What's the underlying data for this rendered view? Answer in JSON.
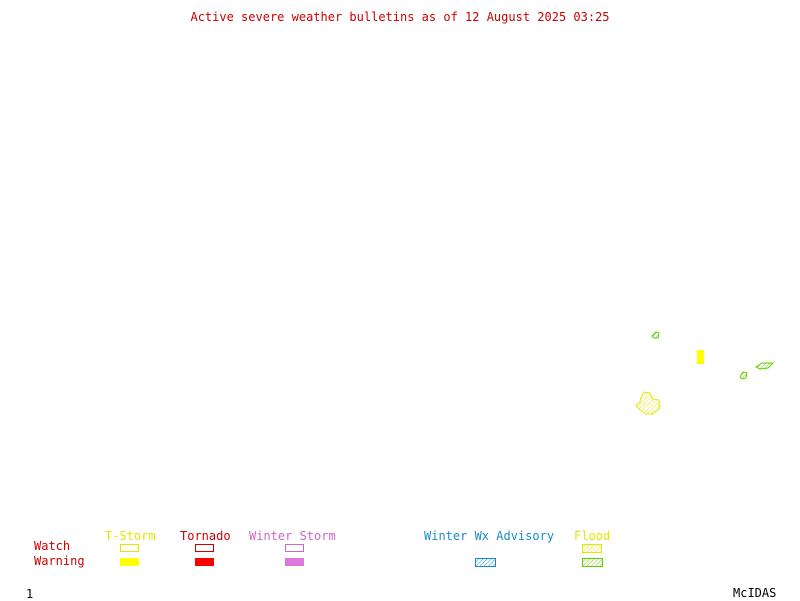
{
  "title": "Active severe weather bulletins as of 12 August 2025 03:25",
  "legend": {
    "rows": {
      "watch": "Watch",
      "warning": "Warning"
    },
    "categories": [
      {
        "key": "tstorm",
        "label": "T-Storm",
        "color": "#ffff00",
        "watch_fill": "none",
        "warning_fill": "solid"
      },
      {
        "key": "tornado",
        "label": "Tornado",
        "color": "#ff0000",
        "watch_fill": "none",
        "warning_fill": "solid"
      },
      {
        "key": "winter_storm",
        "label": "Winter Storm",
        "color": "#dd77dd",
        "watch_fill": "none",
        "warning_fill": "solid"
      },
      {
        "key": "winter_wx_advisory",
        "label": "Winter Wx Advisory",
        "color": "#1a8ccc",
        "watch_fill": null,
        "warning_fill": "hatched"
      },
      {
        "key": "flood",
        "label": "Flood",
        "color_watch": "#e6e600",
        "color_warning": "#66cc00",
        "label_color": "#e6e600",
        "watch_fill": "hatched",
        "warning_fill": "hatched"
      }
    ]
  },
  "alerts": [
    {
      "type": "flood",
      "color": "#66cc00",
      "fill": "hatched"
    },
    {
      "type": "tstorm_warning",
      "color": "#ffff00",
      "fill": "solid"
    },
    {
      "type": "flood",
      "color": "#66cc00",
      "fill": "hatched"
    },
    {
      "type": "flood",
      "color": "#66cc00",
      "fill": "hatched"
    },
    {
      "type": "flood_watch",
      "color": "#e6e600",
      "fill": "hatched"
    }
  ],
  "footer": {
    "frame_number": "1",
    "brand": "McIDAS"
  },
  "colors": {
    "title": "#cc0000",
    "row_labels": "#cc0000",
    "footer": "#000000"
  }
}
